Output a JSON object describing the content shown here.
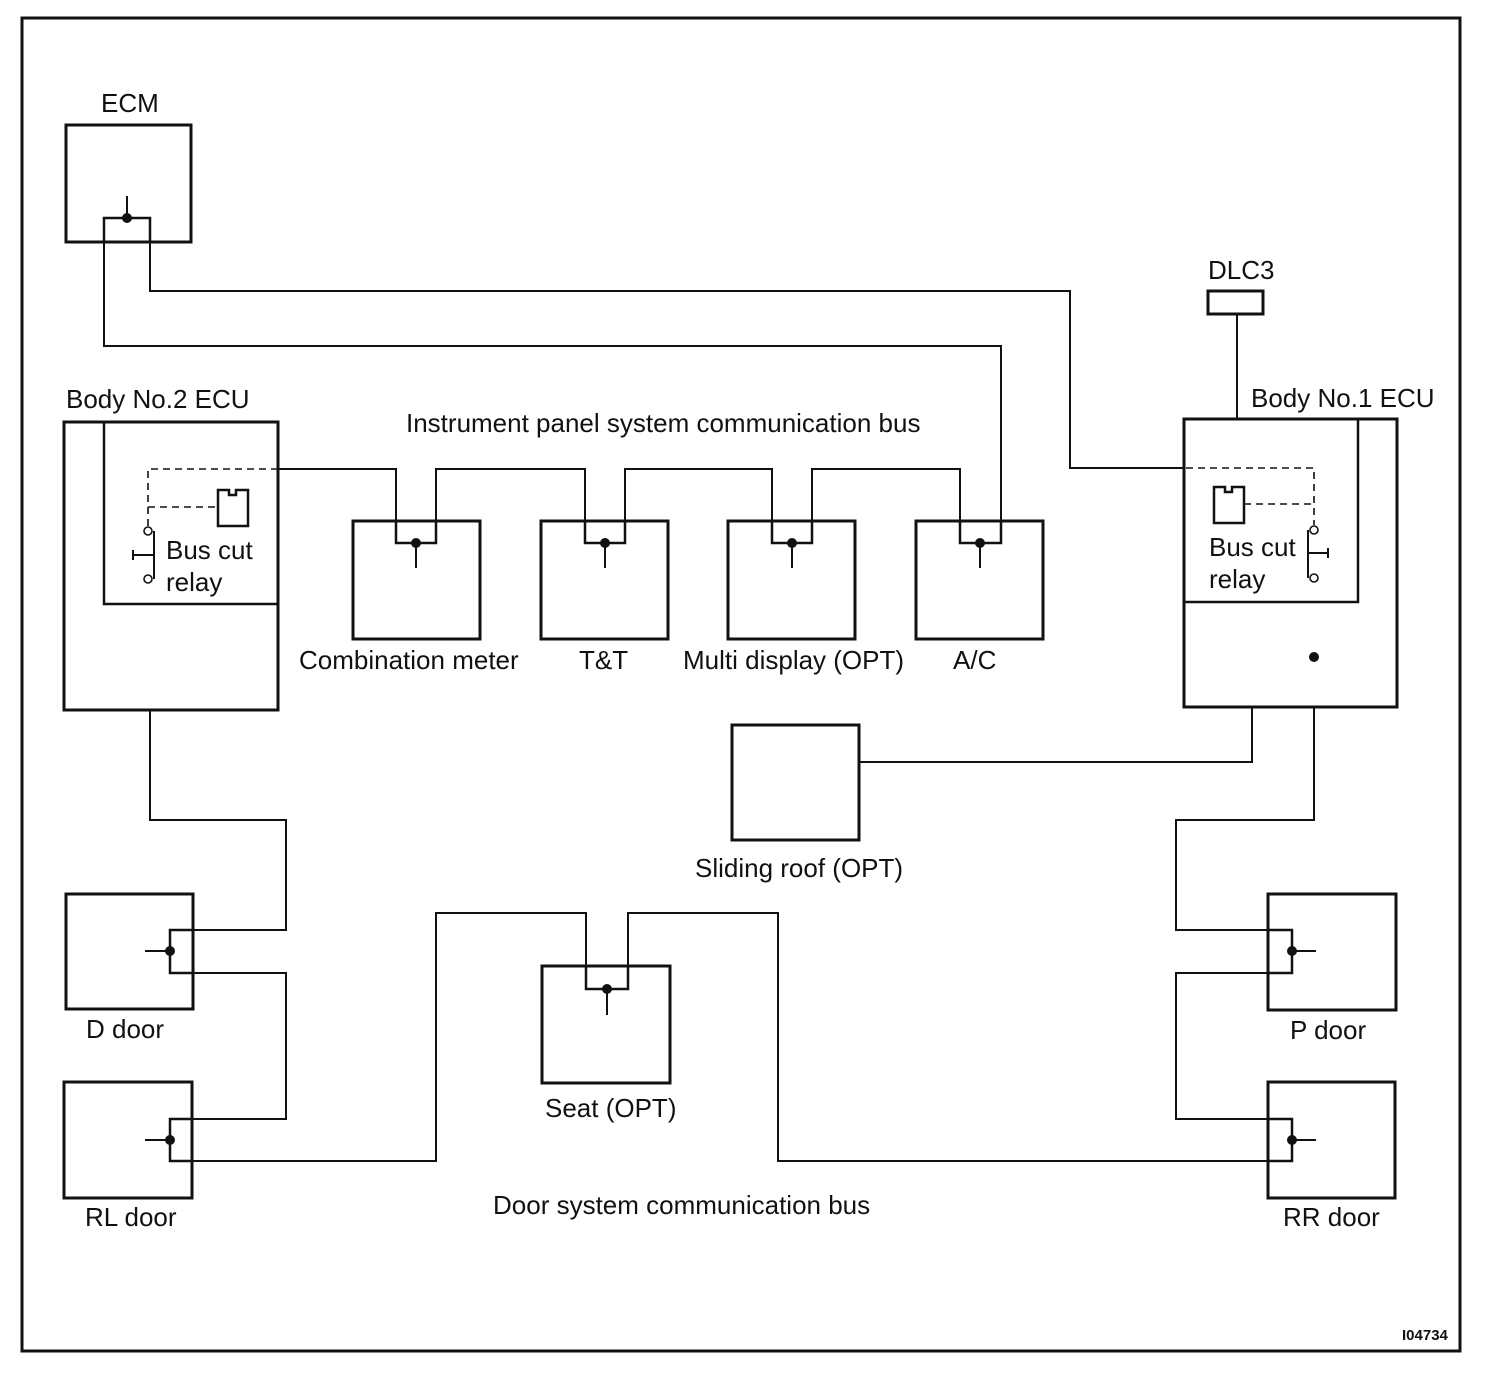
{
  "components": {
    "ecm": "ECM",
    "dlc3": "DLC3",
    "body_no2_ecu": "Body No.2 ECU",
    "body_no1_ecu": "Body No.1 ECU",
    "relay_left": [
      "Bus cut",
      "relay"
    ],
    "relay_right": [
      "Bus cut",
      "relay"
    ],
    "combination_meter": "Combination meter",
    "tt": "T&T",
    "multi_display": "Multi display (OPT)",
    "ac": "A/C",
    "sliding_roof": "Sliding roof (OPT)",
    "d_door": "D door",
    "rl_door": "RL door",
    "seat": "Seat (OPT)",
    "p_door": "P door",
    "rr_door": "RR door"
  },
  "buses": {
    "instrument_panel": "Instrument panel system communication bus",
    "door": "Door system communication bus"
  },
  "figure_code": "I04734"
}
